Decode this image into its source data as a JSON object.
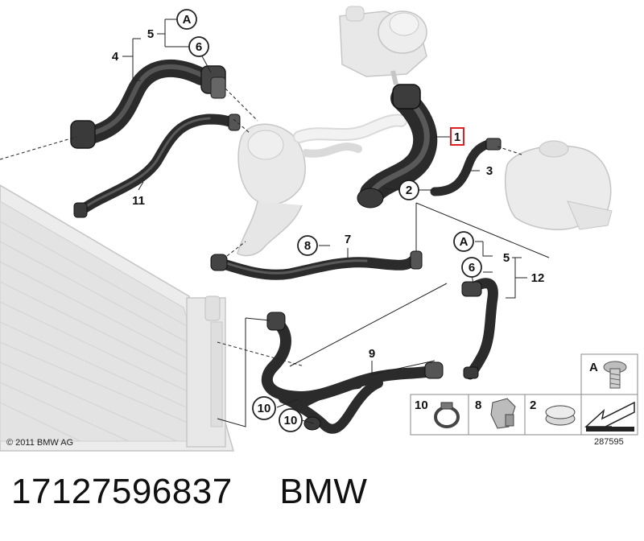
{
  "diagram": {
    "copyright": "© 2011 BMW AG",
    "image_number": "287595",
    "callouts": {
      "c1": "1",
      "c2": "2",
      "c3": "3",
      "c4": "4",
      "c5a": "5",
      "c5b": "5",
      "c6a": "6",
      "c6b": "6",
      "c7": "7",
      "c8": "8",
      "c9": "9",
      "c10a": "10",
      "c10b": "10",
      "c11": "11",
      "c12": "12",
      "cAa": "A",
      "cAb": "A"
    },
    "legend": {
      "a_label": "A",
      "item_10": "10",
      "item_8": "8",
      "item_2": "2"
    }
  },
  "footer": {
    "part_number": "17127596837",
    "brand": "BMW"
  },
  "colors": {
    "hose_dark": "#2b2b2b",
    "ghost": "#dcdcdc",
    "highlight": "#e02020"
  }
}
